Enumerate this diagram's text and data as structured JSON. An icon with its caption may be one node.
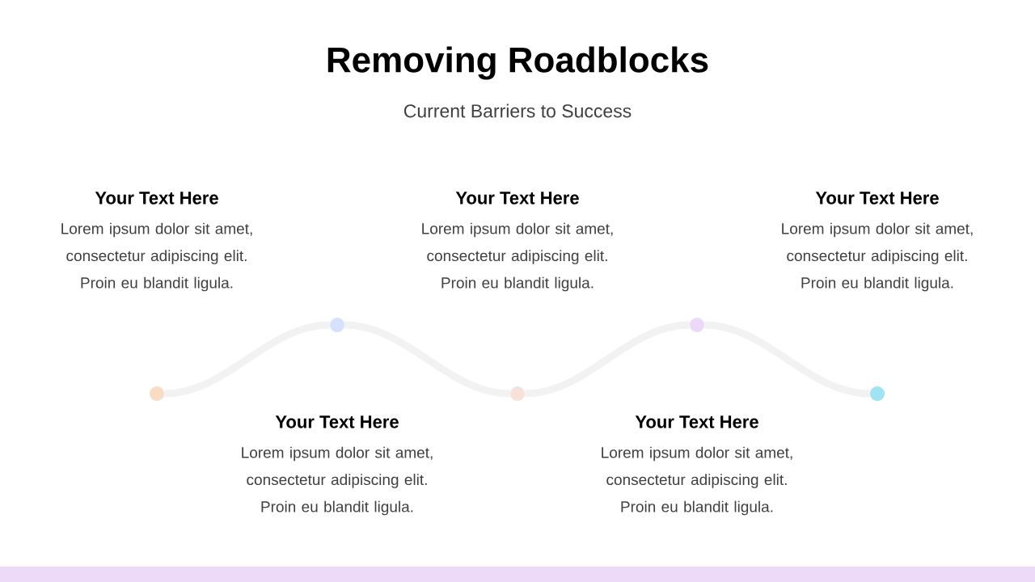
{
  "diagram": {
    "title": "Removing Roadblocks",
    "nodes": [
      {
        "text": [],
        "shape": "circle",
        "beside": [
          "Your Text Here",
          "Lorem ipsum dolor sit amet, consectetur adipiscing elit. Proin eu blandit ligula."
        ]
      },
      {
        "text": [],
        "shape": "circle",
        "beside": [
          "Your Text Here",
          "Lorem ipsum dolor sit amet, consectetur adipiscing elit. Proin eu blandit ligula."
        ]
      },
      {
        "text": [],
        "shape": "circle",
        "beside": [
          "Your Text Here",
          "Lorem ipsum dolor sit amet, consectetur adipiscing elit. Proin eu blandit ligula."
        ]
      },
      {
        "text": [],
        "shape": "circle",
        "beside": [
          "Your Text Here",
          "Lorem ipsum dolor sit amet, consectetur adipiscing elit. Proin eu blandit ligula."
        ]
      },
      {
        "text": [],
        "shape": "circle",
        "beside": [
          "Your Text Here",
          "Lorem ipsum dolor sit amet, consectetur adipiscing elit. Proin eu blandit ligula."
        ]
      }
    ],
    "edges": [
      {
        "from": 0,
        "to": 1,
        "arrow": "none"
      },
      {
        "from": 1,
        "to": 2,
        "arrow": "none"
      },
      {
        "from": 2,
        "to": 3,
        "arrow": "none"
      },
      {
        "from": 3,
        "to": 4,
        "arrow": "none"
      }
    ],
    "labels": [
      "Current Barriers to Success"
    ]
  }
}
